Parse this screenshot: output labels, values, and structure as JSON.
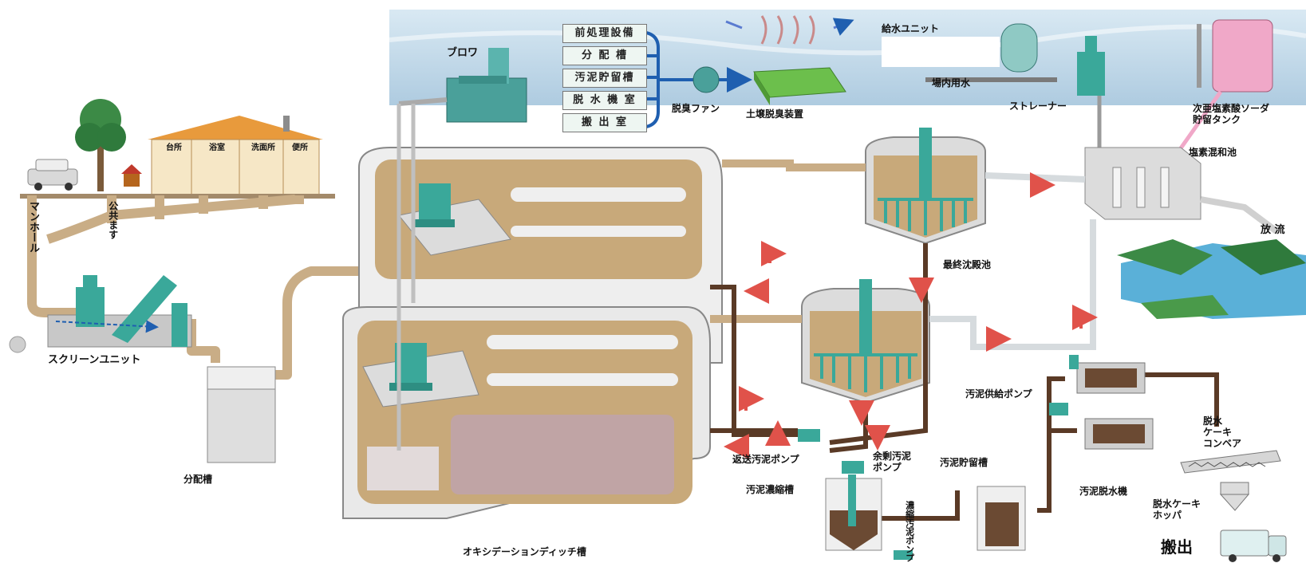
{
  "labels": {
    "blower": "ブロワ",
    "deodorizing_fan": "脱臭ファン",
    "soil_deodorizer": "土壌脱臭装置",
    "water_supply_unit": "給水ユニット",
    "in_plant_water": "場内用水",
    "strainer": "ストレーナー",
    "hypochlorite_tank": "次亜塩素酸ソーダ\n貯留タンク",
    "chlorine_contact_tank": "塩素混和池",
    "discharge": "放 流",
    "manhole": "マンホール",
    "public_basin": "公共ます",
    "screen_unit": "スクリーンユニット",
    "distribution_tank": "分配槽",
    "oxidation_ditch": "オキシデーションディッチ槽",
    "final_settling_tank": "最終沈殿池",
    "return_sludge_pump": "返送汚泥ポンプ",
    "excess_sludge_pump": "余剰汚泥\nポンプ",
    "sludge_thickener": "汚泥濃縮槽",
    "thickened_sludge_pump": "濃縮汚泥ポンプ",
    "sludge_storage_tank": "汚泥貯留槽",
    "sludge_feed_pump": "汚泥供給ポンプ",
    "sludge_dewatering_machine": "汚泥脱水機",
    "cake_conveyor": "脱水\nケーキ\nコンベア",
    "cake_hopper": "脱水ケーキ\nホッパ",
    "carry_out": "搬出"
  },
  "deodorized_rooms": [
    "前処理設備",
    "分 配 槽",
    "汚泥貯留槽",
    "脱 水 機 室",
    "搬 出 室"
  ],
  "house_rooms": [
    "台所",
    "浴室",
    "洗面所",
    "便所"
  ],
  "colors": {
    "sky_top": "#cfe3ef",
    "sky_bottom": "#b7d3e4",
    "pipe_tan": "#c9ad86",
    "pipe_dark": "#5a3a26",
    "pipe_grey": "#d8dde0",
    "equipment_teal": "#3aa89a",
    "tank_grey": "#dcdcdc",
    "mixed_liquor": "#c8a97a",
    "arrow_red": "#e0524a",
    "roof_orange": "#e89a3c",
    "water_blue": "#5ab0d8",
    "pink_tank": "#f0a8c8"
  }
}
